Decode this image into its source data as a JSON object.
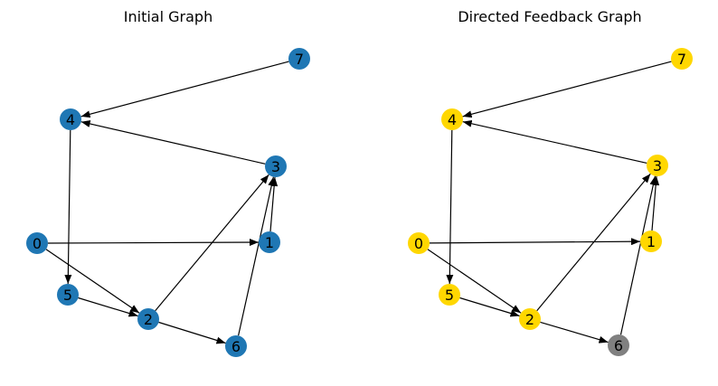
{
  "panels": [
    {
      "title": "Initial Graph",
      "default_color": "#1f77b4",
      "nodes": [
        {
          "id": "0",
          "color": "#1f77b4"
        },
        {
          "id": "1",
          "color": "#1f77b4"
        },
        {
          "id": "2",
          "color": "#1f77b4"
        },
        {
          "id": "3",
          "color": "#1f77b4"
        },
        {
          "id": "4",
          "color": "#1f77b4"
        },
        {
          "id": "5",
          "color": "#1f77b4"
        },
        {
          "id": "6",
          "color": "#1f77b4"
        },
        {
          "id": "7",
          "color": "#1f77b4"
        }
      ]
    },
    {
      "title": "Directed Feedback Graph",
      "default_color": "#ffd700",
      "nodes": [
        {
          "id": "0",
          "color": "#ffd700"
        },
        {
          "id": "1",
          "color": "#ffd700"
        },
        {
          "id": "2",
          "color": "#ffd700"
        },
        {
          "id": "3",
          "color": "#ffd700"
        },
        {
          "id": "4",
          "color": "#ffd700"
        },
        {
          "id": "5",
          "color": "#ffd700"
        },
        {
          "id": "6",
          "color": "#808080"
        },
        {
          "id": "7",
          "color": "#ffd700"
        }
      ]
    }
  ],
  "edges": [
    {
      "from": "7",
      "to": "4"
    },
    {
      "from": "3",
      "to": "4"
    },
    {
      "from": "4",
      "to": "5"
    },
    {
      "from": "0",
      "to": "1"
    },
    {
      "from": "0",
      "to": "2"
    },
    {
      "from": "5",
      "to": "2"
    },
    {
      "from": "2",
      "to": "3"
    },
    {
      "from": "2",
      "to": "6"
    },
    {
      "from": "6",
      "to": "3"
    },
    {
      "from": "1",
      "to": "3"
    }
  ]
}
